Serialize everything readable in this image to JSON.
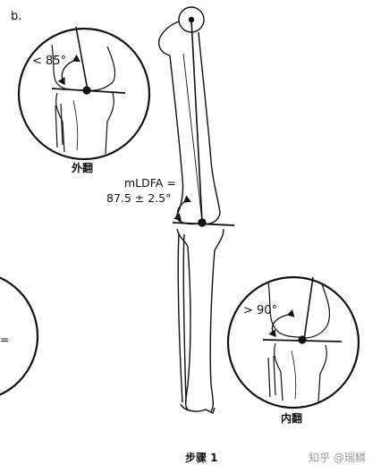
{
  "figure": {
    "panel_label": "b.",
    "valgus_angle": "< 85°",
    "valgus_caption": "外翻",
    "mldfa_label": "mLDFA =",
    "mldfa_value": "87.5 ± 2.5°",
    "varus_angle": "> 90°",
    "varus_caption": "内翻",
    "left_edge_symbol": "=",
    "step_caption": "步骤 1",
    "watermark": "知乎 @瑞鳞"
  },
  "colors": {
    "line": "#111111",
    "background": "#ffffff",
    "watermark": "#9a9a9a"
  }
}
